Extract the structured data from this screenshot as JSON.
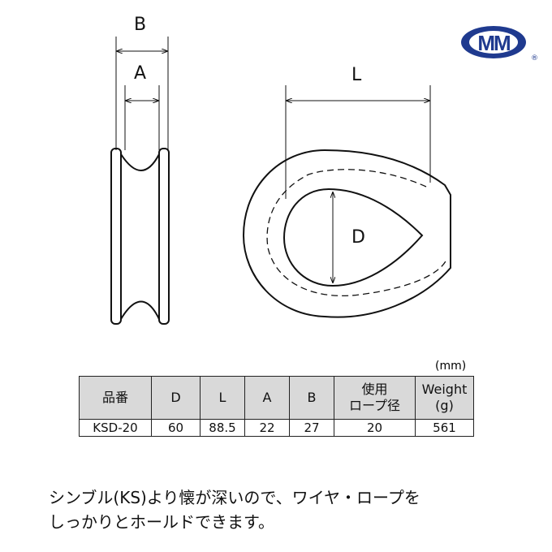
{
  "diagram": {
    "label_B": "B",
    "label_A": "A",
    "label_L": "L",
    "label_D": "D"
  },
  "logo": {
    "text": "MM",
    "registered": "®",
    "color": "#1f3a8f"
  },
  "table": {
    "unit": "(mm)",
    "headers": [
      "品番",
      "D",
      "L",
      "A",
      "B",
      "使用ロープ径",
      "Weight(g)"
    ],
    "header_lines": {
      "rope": [
        "使用",
        "ロープ径"
      ],
      "weight": [
        "Weight",
        "(g)"
      ]
    },
    "rows": [
      [
        "KSD-20",
        "60",
        "88.5",
        "22",
        "27",
        "20",
        "561"
      ]
    ]
  },
  "description": [
    "シンブル(KS)より懐が深いので、ワイヤ・ロープを",
    "しっかりとホールドできます。"
  ]
}
